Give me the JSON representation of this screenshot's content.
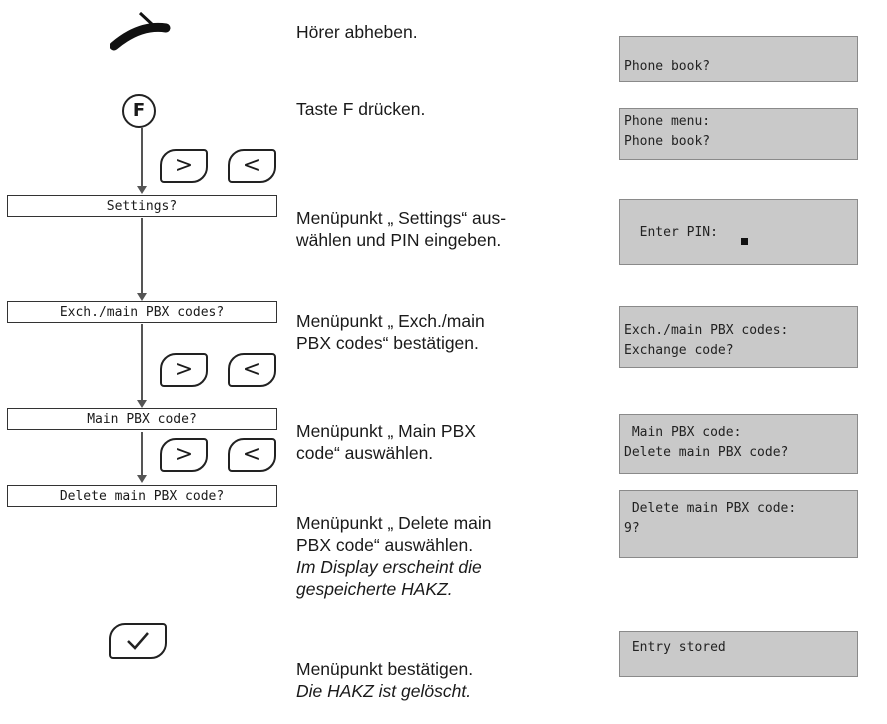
{
  "steps": [
    {
      "desc": "Hörer abheben.",
      "italic": "",
      "display": "\nPhone book?"
    },
    {
      "desc": "Taste F drücken.",
      "italic": "",
      "display": "Phone menu:\nPhone book?"
    },
    {
      "menu": "Settings?",
      "desc": "Menüpunkt „ Settings“ aus-\nwählen und PIN eingeben.",
      "italic": "",
      "display": "Enter PIN:"
    },
    {
      "menu": "Exch./main PBX codes?",
      "desc": "Menüpunkt „ Exch./main\nPBX codes“ bestätigen.",
      "italic": "",
      "display": "Exch./main PBX codes:\nExchange code?"
    },
    {
      "menu": "Main PBX code?",
      "desc": "Menüpunkt „ Main PBX\ncode“ auswählen.",
      "italic": "",
      "display": " Main PBX code:\nDelete main PBX code?"
    },
    {
      "menu": "Delete main PBX code?",
      "desc": "Menüpunkt „ Delete main\nPBX code“ auswählen.",
      "italic": "Im Display erscheint die\ngespeicherte HAKZ.",
      "display": " Delete main PBX code:\n9?"
    },
    {
      "desc": "Menüpunkt bestätigen.",
      "italic": "Die HAKZ ist gelöscht.",
      "display": " Entry stored"
    }
  ],
  "keys": {
    "f": "F",
    "next": ">",
    "prev": "<",
    "ok": "✓"
  },
  "icons": {
    "handset": "handset-icon",
    "checkmark": "checkmark-icon"
  }
}
